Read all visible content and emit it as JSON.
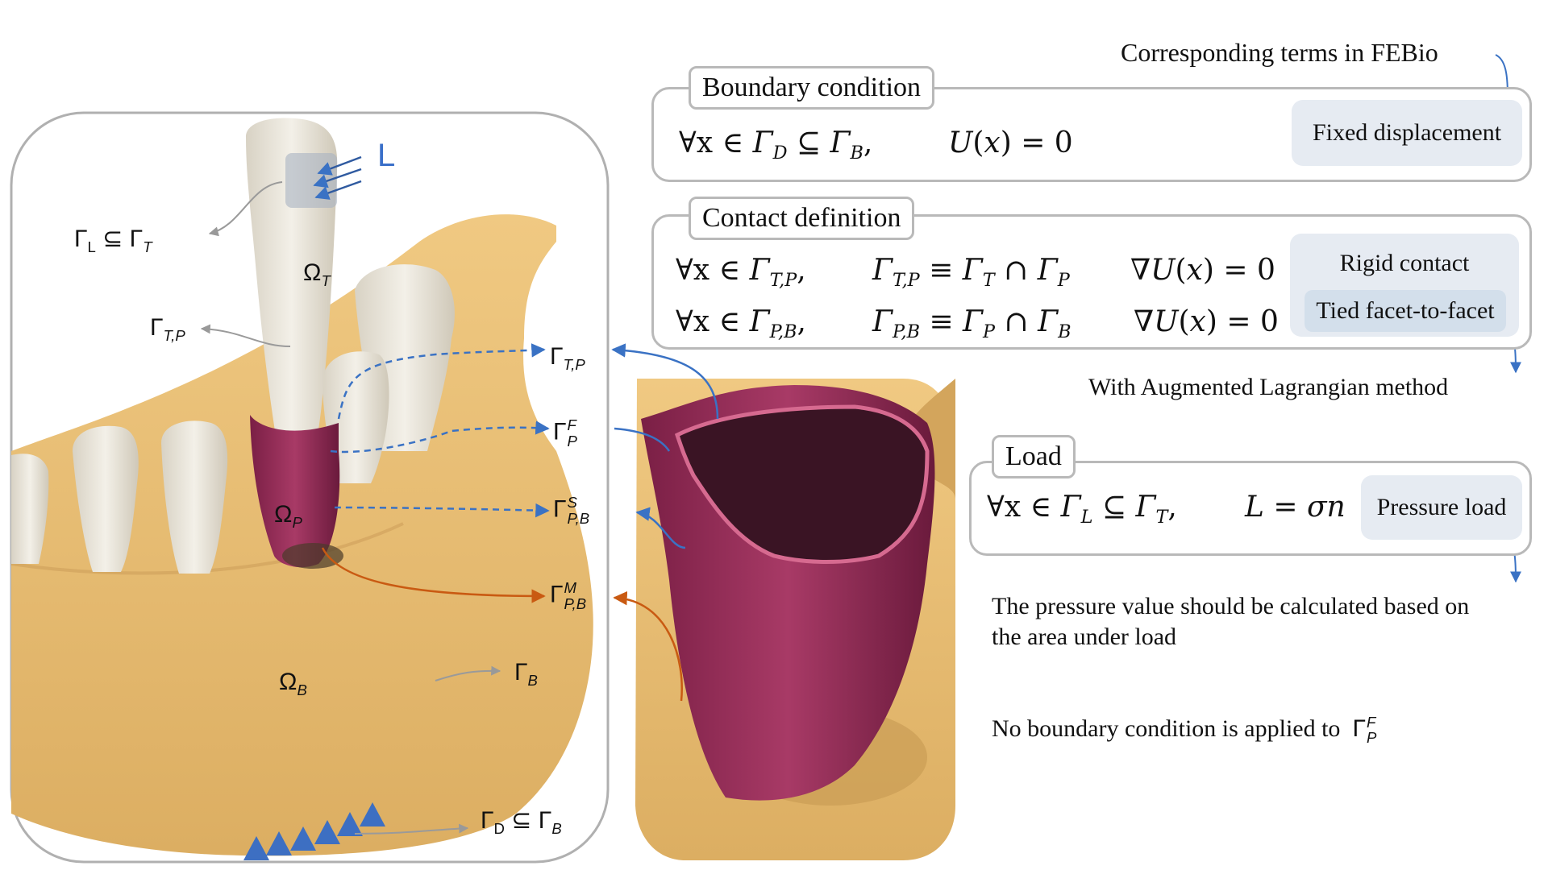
{
  "header": {
    "febio_title": "Corresponding terms in FEBio"
  },
  "boundary": {
    "title": "Boundary condition",
    "eq_left": "∀x ∈ ΓD ⊆ ΓB,",
    "eq_right": "U(x) = 0",
    "febio_term": "Fixed displacement"
  },
  "contact": {
    "title": "Contact definition",
    "row1_a": "∀x ∈ ΓT,P,",
    "row1_b": "ΓT,P ≡ ΓT ∩ ΓP",
    "row1_c": "∇U(x) = 0",
    "row2_a": "∀x ∈ ΓP,B,",
    "row2_b": "ΓP,B ≡ ΓP ∩ ΓB",
    "row2_c": "∇U(x) = 0",
    "febio_term_1": "Rigid contact",
    "febio_term_2": "Tied facet-to-facet",
    "note": "With Augmented Lagrangian method"
  },
  "load": {
    "title": "Load",
    "eq_left": "∀x ∈ ΓL ⊆ ΓT,",
    "eq_right": "L = σn",
    "febio_term": "Pressure load",
    "note_line1": "The pressure value should be calculated based on",
    "note_line2": "the area under load",
    "note_bc": "No boundary condition is applied to"
  },
  "labels": {
    "L": "L",
    "gamma_L_T": "ΓL ⊆ ΓT",
    "omega_T": "ΩT",
    "gamma_TP_left": "ΓT,P",
    "omega_P": "ΩP",
    "omega_B": "ΩB",
    "gamma_B": "ΓB",
    "gamma_D_B": "ΓD ⊆ ΓB",
    "gamma_TP": "ΓT,P",
    "gamma_PF": "ΓPF",
    "gamma_PBS": "ΓP,BS",
    "gamma_PBM": "ΓP,BM",
    "gamma_PF_note": "ΓPF"
  },
  "colors": {
    "bone": "#e6bc74",
    "tooth": "#e6e1d6",
    "pdl": "#a33a63",
    "arrow_blue": "#3a72c4",
    "arrow_orange": "#c95a12",
    "box_border": "#b9b9b9",
    "chip_bg": "#e6ebf2"
  }
}
